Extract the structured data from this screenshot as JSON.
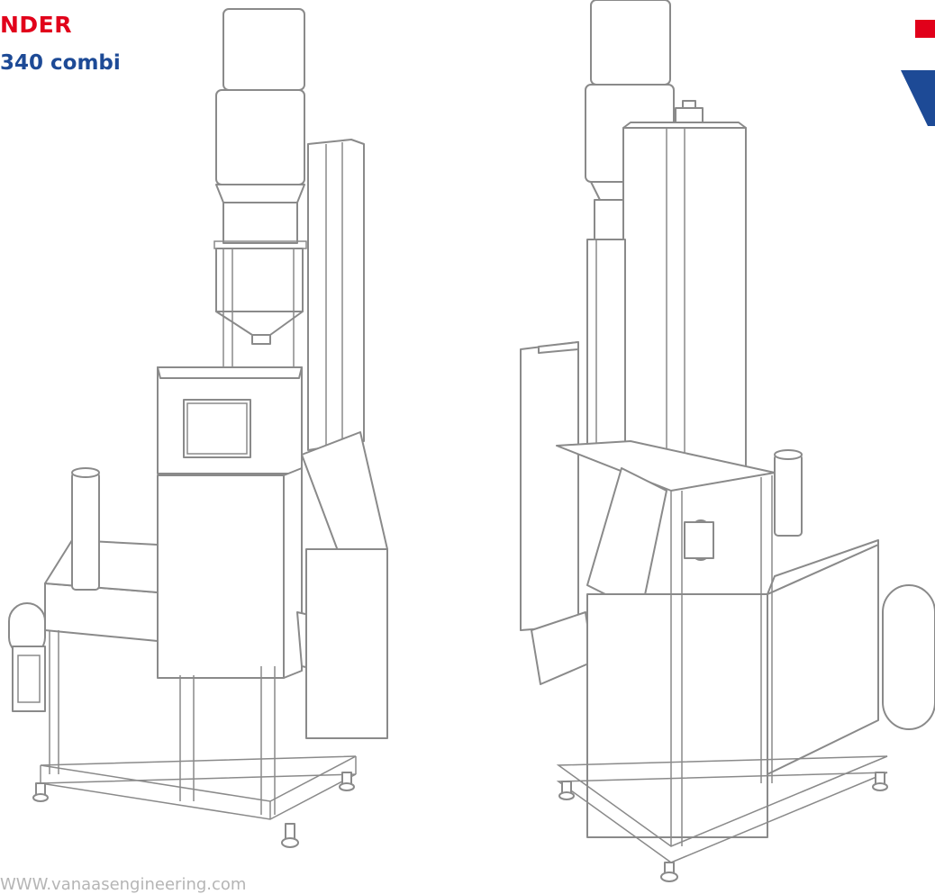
{
  "header": {
    "title_red": "NDER",
    "title_blue": "340 combi"
  },
  "footer": {
    "url_text": "WWW.vanaasengineering.com"
  },
  "brand": {
    "red": "#e1001a",
    "blue": "#1d4a96",
    "line": "#8a8a8a"
  },
  "icons": {
    "logo": "company-logo-icon"
  }
}
